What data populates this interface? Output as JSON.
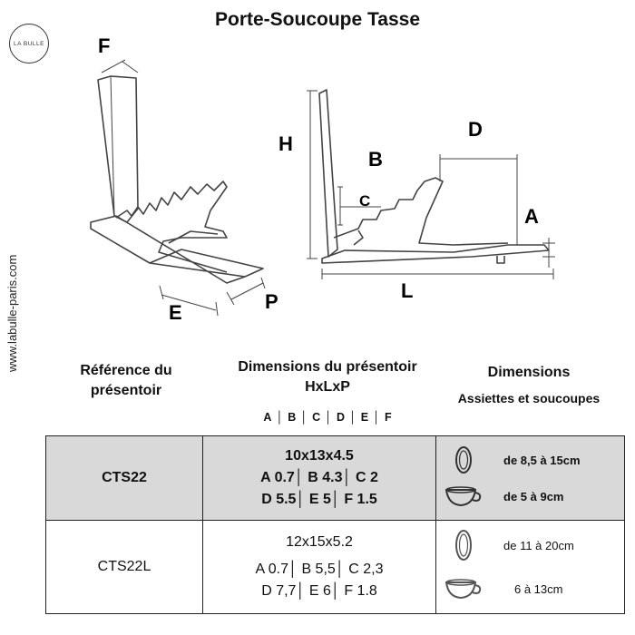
{
  "title": "Porte-Soucoupe Tasse",
  "logo_text": "LA BULLE",
  "website": "www.labulle-paris.com",
  "diagram_labels": {
    "F": "F",
    "E": "E",
    "P": "P",
    "H": "H",
    "B": "B",
    "C": "C",
    "D": "D",
    "A": "A",
    "L": "L"
  },
  "table": {
    "col1_header": "Référence du présentoir",
    "col2_header": "Dimensions  du présentoir HxLxP",
    "col2_subheader": [
      "A",
      "B",
      "C",
      "D",
      "E",
      "F"
    ],
    "col3_header": "Dimensions",
    "col3_subheader": "Assiettes et soucoupes",
    "rows": [
      {
        "ref": "CTS22",
        "size": "10x13x4.5",
        "line1": "A 0.7│  B 4.3│  C 2",
        "line2": "D 5.5│  E 5│  F 1.5",
        "plate": "de 8,5 à 15cm",
        "cup": "de 5 à 9cm"
      },
      {
        "ref": "CTS22L",
        "size": "12x15x5.2",
        "line1": "A 0.7│  B 5,5│  C 2,3",
        "line2": "D 7,7│  E 6│  F 1.8",
        "plate": "de 11 à 20cm",
        "cup": "6 à 13cm"
      }
    ]
  }
}
